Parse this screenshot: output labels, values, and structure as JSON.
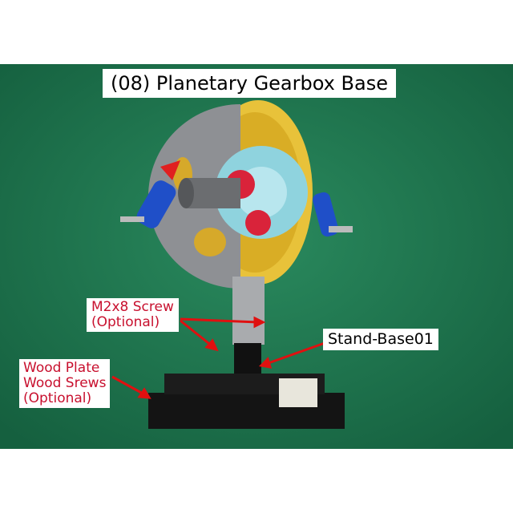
{
  "title": "(08) Planetary Gearbox Base",
  "annotations": {
    "screw_line1": "M2x8 Screw",
    "screw_line2": "(Optional)",
    "stand": "Stand-Base01",
    "wood_line1": "Wood Plate",
    "wood_line2": "Wood Srews",
    "wood_line3": "(Optional)"
  },
  "colors": {
    "background": "#1f7a52",
    "annotation": "#c8102e",
    "arrow": "#e01010"
  }
}
